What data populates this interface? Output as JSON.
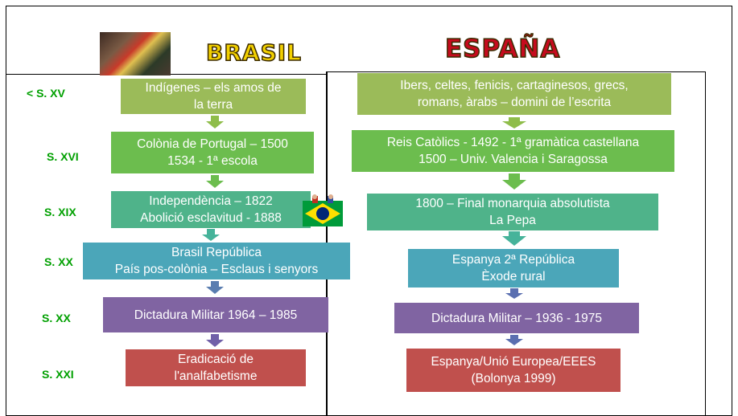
{
  "titles": {
    "brasil": "BRASIL",
    "espana": "ESPAÑA"
  },
  "centuries": [
    "< S. XV",
    "S. XVI",
    "S. XIX",
    "S. XX",
    "S. XX",
    "S. XXI"
  ],
  "brasil_boxes": [
    {
      "line1": "Indígenes – els amos de",
      "line2": "la terra",
      "color": "#9bbb59"
    },
    {
      "line1": "Colònia de Portugal – 1500",
      "line2": "1534 - 1ª escola",
      "color": "#6cbd4e"
    },
    {
      "line1": "Independència – 1822",
      "line2": "Abolició esclavitud - 1888",
      "color": "#4fb38a"
    },
    {
      "line1": "Brasil República",
      "line2": "País pos-colònia – Esclaus i senyors",
      "color": "#4ba6b9"
    },
    {
      "line1": "Dictadura Militar 1964 – 1985",
      "line2": "",
      "color": "#8064a2"
    },
    {
      "line1": "Eradicació de",
      "line2": "l'analfabetisme",
      "color": "#c0504d"
    }
  ],
  "espana_boxes": [
    {
      "line1": "Ibers, celtes, fenicis, cartaginesos, grecs,",
      "line2": "romans, àrabs – domini de l’escrita",
      "color": "#9bbb59"
    },
    {
      "line1": "Reis Catòlics -  1492 - 1ª gramàtica castellana",
      "line2": "1500 – Univ. Valencia i Saragossa",
      "color": "#6cbd4e"
    },
    {
      "line1": "1800 – Final monarquia absolutista",
      "line2": "La Pepa",
      "color": "#4fb38a"
    },
    {
      "line1": "Espanya 2ª República",
      "line2": "Èxode rural",
      "color": "#4ba6b9"
    },
    {
      "line1": "Dictadura Militar – 1936 - 1975",
      "line2": "",
      "color": "#8064a2"
    },
    {
      "line1": "Espanya/Unió Europea/EEES",
      "line2": "(Bolonya 1999)",
      "color": "#c0504d"
    }
  ],
  "colors": {
    "century_label": "#00a000",
    "arrow_green": "#8fbd4a",
    "arrow_teal": "#46b39a",
    "arrow_purple": "#7060a8",
    "brasil_flag_green": "#009b3a",
    "brasil_flag_yellow": "#fedf00",
    "spain_red": "#c60b1e",
    "spain_yellow": "#ffc400"
  },
  "icons": {
    "brasil_photo": "protest-photo-icon",
    "brasil_flag": "brazil-flag-icon"
  }
}
